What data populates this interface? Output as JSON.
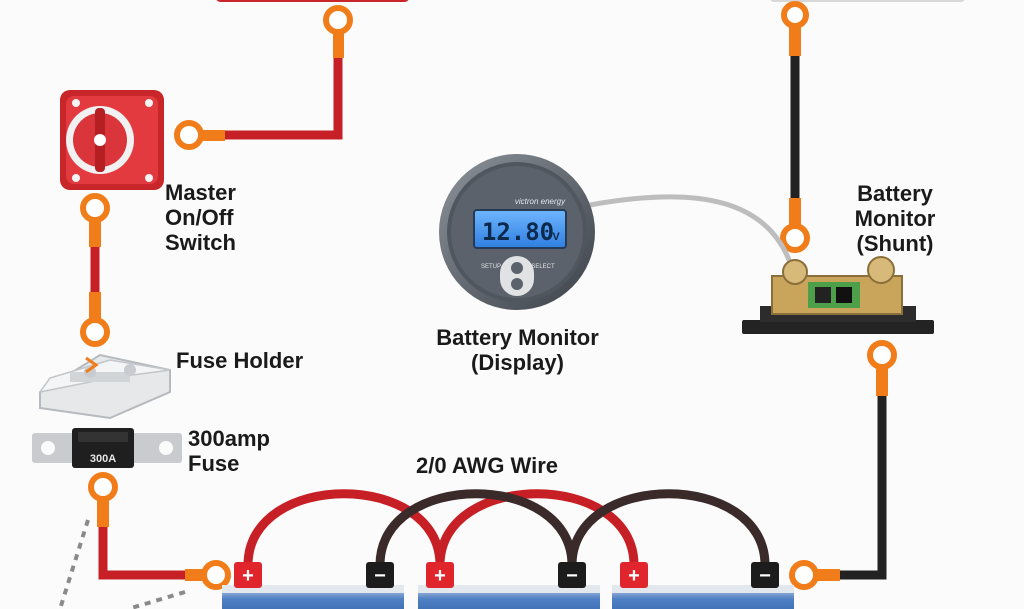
{
  "labels": {
    "master_switch": [
      "Master",
      "On/Off",
      "Switch"
    ],
    "fuse_holder": "Fuse Holder",
    "fuse": [
      "300amp",
      "Fuse"
    ],
    "wire": "2/0 AWG Wire",
    "monitor_display": [
      "Battery Monitor",
      "(Display)"
    ],
    "monitor_shunt": [
      "Battery",
      "Monitor",
      "(Shunt)"
    ]
  },
  "monitor": {
    "brand": "victron energy",
    "reading": "12.80",
    "unit": "V",
    "buttons": [
      "SETUP",
      "SELECT"
    ]
  },
  "fuse_rating": "300A",
  "terminals": {
    "positive": "+",
    "negative": "−"
  },
  "colors": {
    "positive_wire": "#c62026",
    "negative_wire": "#222222",
    "lug": "#f07d1a",
    "signal_wire": "#bdbdbd",
    "battery": "#3a6fb8",
    "switch": "#d9353a"
  }
}
